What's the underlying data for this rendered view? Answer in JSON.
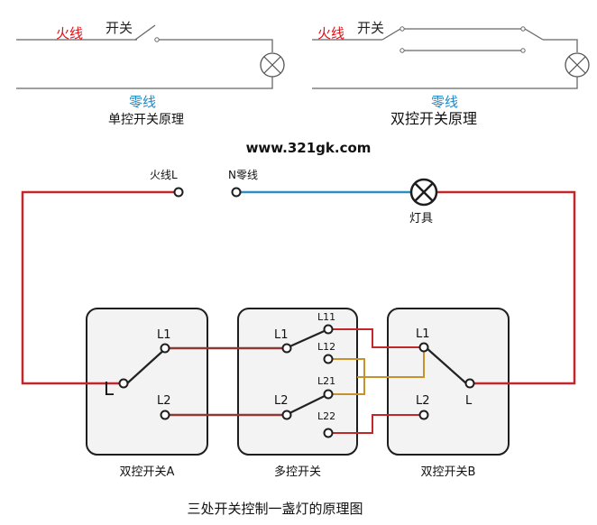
{
  "colors": {
    "live": "#c0282b",
    "neutral": "#2f8fc0",
    "gold": "#c8912c",
    "wire_black": "#222222",
    "box_border": "#1e1e1e",
    "box_fill": "#f3f3f3",
    "label_red": "#d9141b",
    "label_blue": "#1e8ac8"
  },
  "top_left_diagram": {
    "live_label": "火线",
    "switch_label": "开关",
    "neutral_label": "零线",
    "caption": "单控开关原理"
  },
  "top_right_diagram": {
    "live_label": "火线",
    "switch_label": "开关",
    "neutral_label": "零线",
    "caption": "双控开关原理"
  },
  "website": "www.321gk.com",
  "main_diagram": {
    "live_terminal_label": "火线L",
    "neutral_terminal_label": "N零线",
    "lamp_label": "灯具",
    "switch_a": {
      "label": "双控开关A",
      "terminals": {
        "common": "L",
        "t1": "L1",
        "t2": "L2"
      }
    },
    "switch_multi": {
      "label": "多控开关",
      "terminals": {
        "in1": "L1",
        "in2": "L2",
        "o11": "L11",
        "o12": "L12",
        "o21": "L21",
        "o22": "L22"
      }
    },
    "switch_b": {
      "label": "双控开关B",
      "terminals": {
        "common": "L",
        "t1": "L1",
        "t2": "L2"
      }
    },
    "caption": "三处开关控制一盏灯的原理图"
  },
  "icons": {
    "lamp": "lamp-icon",
    "terminal": "terminal-dot-icon"
  }
}
